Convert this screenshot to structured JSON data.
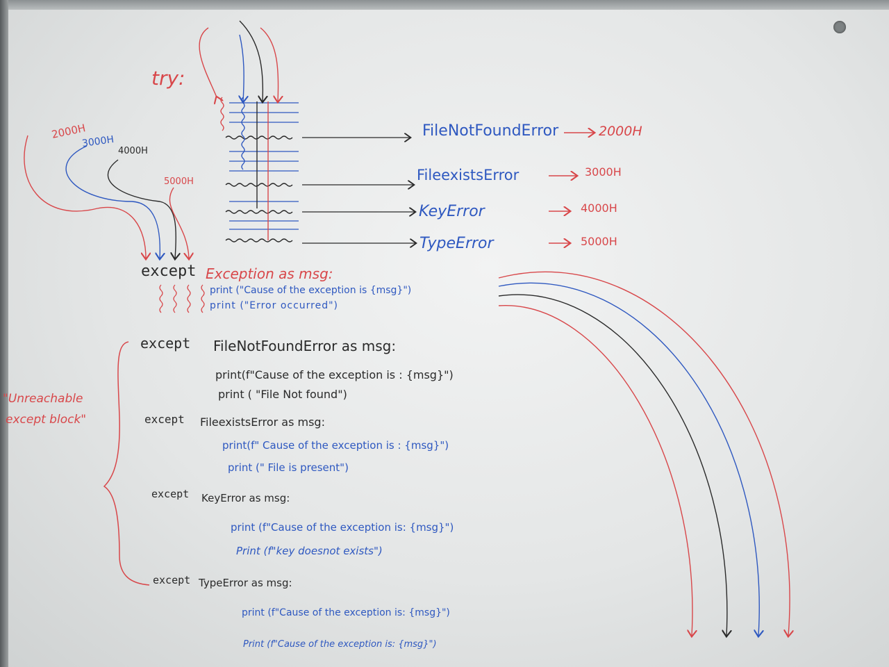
{
  "colors": {
    "red": "#d8474a",
    "blue": "#2e58c0",
    "black": "#2a2a2a"
  },
  "try_label": "try:",
  "addresses": {
    "a2000": "2000H",
    "a3000": "3000H",
    "a4000": "4000H",
    "a5000": "5000H"
  },
  "exception_table": [
    {
      "name": "FileNotFoundError",
      "address": "2000H"
    },
    {
      "name": "FileexistsError",
      "address": "3000H"
    },
    {
      "name": "KeyError",
      "address": "4000H"
    },
    {
      "name": "TypeError",
      "address": "5000H"
    }
  ],
  "generic_block": {
    "keyword": "except",
    "clause": "Exception as msg:",
    "line1": "print (\"Cause of the exception is {msg}\")",
    "line2": "print (\"Error occurred\")"
  },
  "specific_blocks": [
    {
      "keyword": "except",
      "clause": "FileNotFoundError as msg:",
      "line1": "print(f\"Cause of the exception is : {msg}\")",
      "line2": "print ( \"File Not found\")"
    },
    {
      "keyword": "except",
      "clause": "FileexistsError as msg:",
      "line1": "print(f\" Cause of the exception is : {msg}\")",
      "line2": "print (\" File is present\")"
    },
    {
      "keyword": "except",
      "clause": "KeyError as msg:",
      "line1": "print (f\"Cause of the exception is: {msg}\")",
      "line2": "Print (f\"key doesnot exists\")"
    },
    {
      "keyword": "except",
      "clause": "TypeError as msg:",
      "line1": "print (f\"Cause of the exception is: {msg}\")",
      "line2": "Print (f\"Cause of the exception is: {msg}\")"
    }
  ],
  "side_note": {
    "line1": "\"Unreachable",
    "line2": "except block\""
  }
}
